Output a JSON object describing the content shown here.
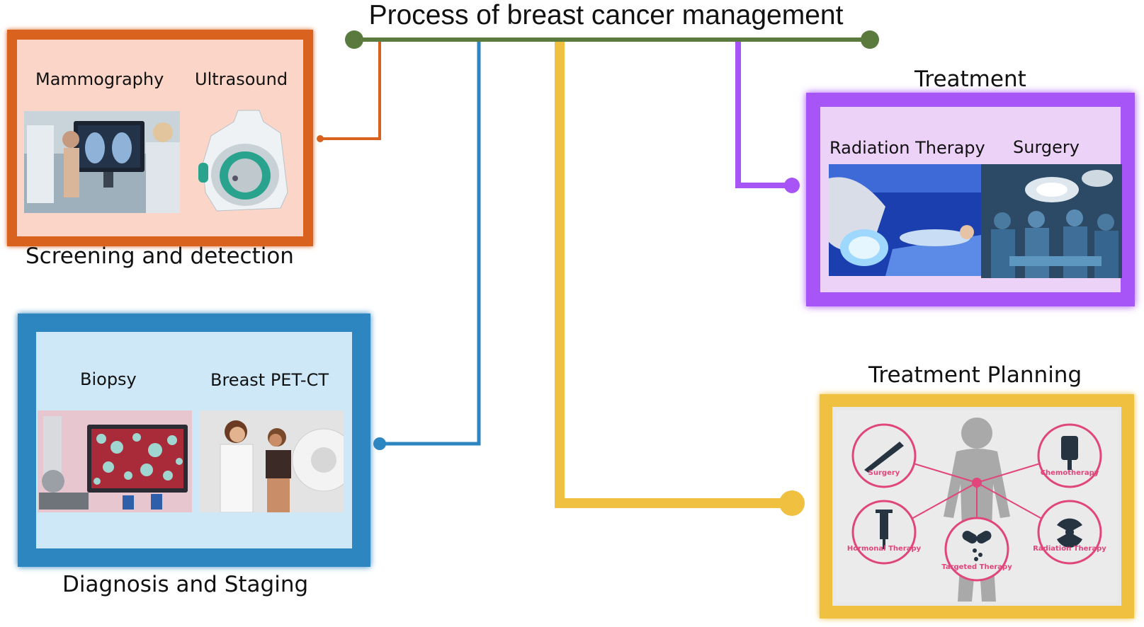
{
  "title": "Process of breast cancer management",
  "colors": {
    "timeline": "#5a7a3e",
    "screening": "#d9621f",
    "diagnosis": "#2e86c1",
    "planning": "#f0c040",
    "treatment": "#a855f7"
  },
  "screening": {
    "caption": "Screening and detection",
    "items": [
      {
        "label": "Mammography",
        "image": "mammography-photo"
      },
      {
        "label": "Ultrasound",
        "image": "ultrasound-device-illustration"
      }
    ]
  },
  "diagnosis": {
    "caption": "Diagnosis and Staging",
    "items": [
      {
        "label": "Biopsy",
        "image": "microscope-biopsy-photo"
      },
      {
        "label": "Breast PET-CT",
        "image": "pet-ct-scan-photo"
      }
    ]
  },
  "treatment": {
    "caption": "Treatment",
    "items": [
      {
        "label": "Radiation Therapy",
        "image": "radiation-therapy-photo"
      },
      {
        "label": "Surgery",
        "image": "surgery-operating-room-photo"
      }
    ]
  },
  "planning": {
    "caption": "Treatment Planning",
    "options": [
      {
        "label": "Surgery",
        "icon": "scalpel-icon"
      },
      {
        "label": "Chemotherapy",
        "icon": "iv-bag-icon"
      },
      {
        "label": "Hormonal Therapy",
        "icon": "syringe-icon"
      },
      {
        "label": "Targeted Therapy",
        "icon": "pills-icon"
      },
      {
        "label": "Radiation Therapy",
        "icon": "radiation-icon"
      }
    ]
  }
}
